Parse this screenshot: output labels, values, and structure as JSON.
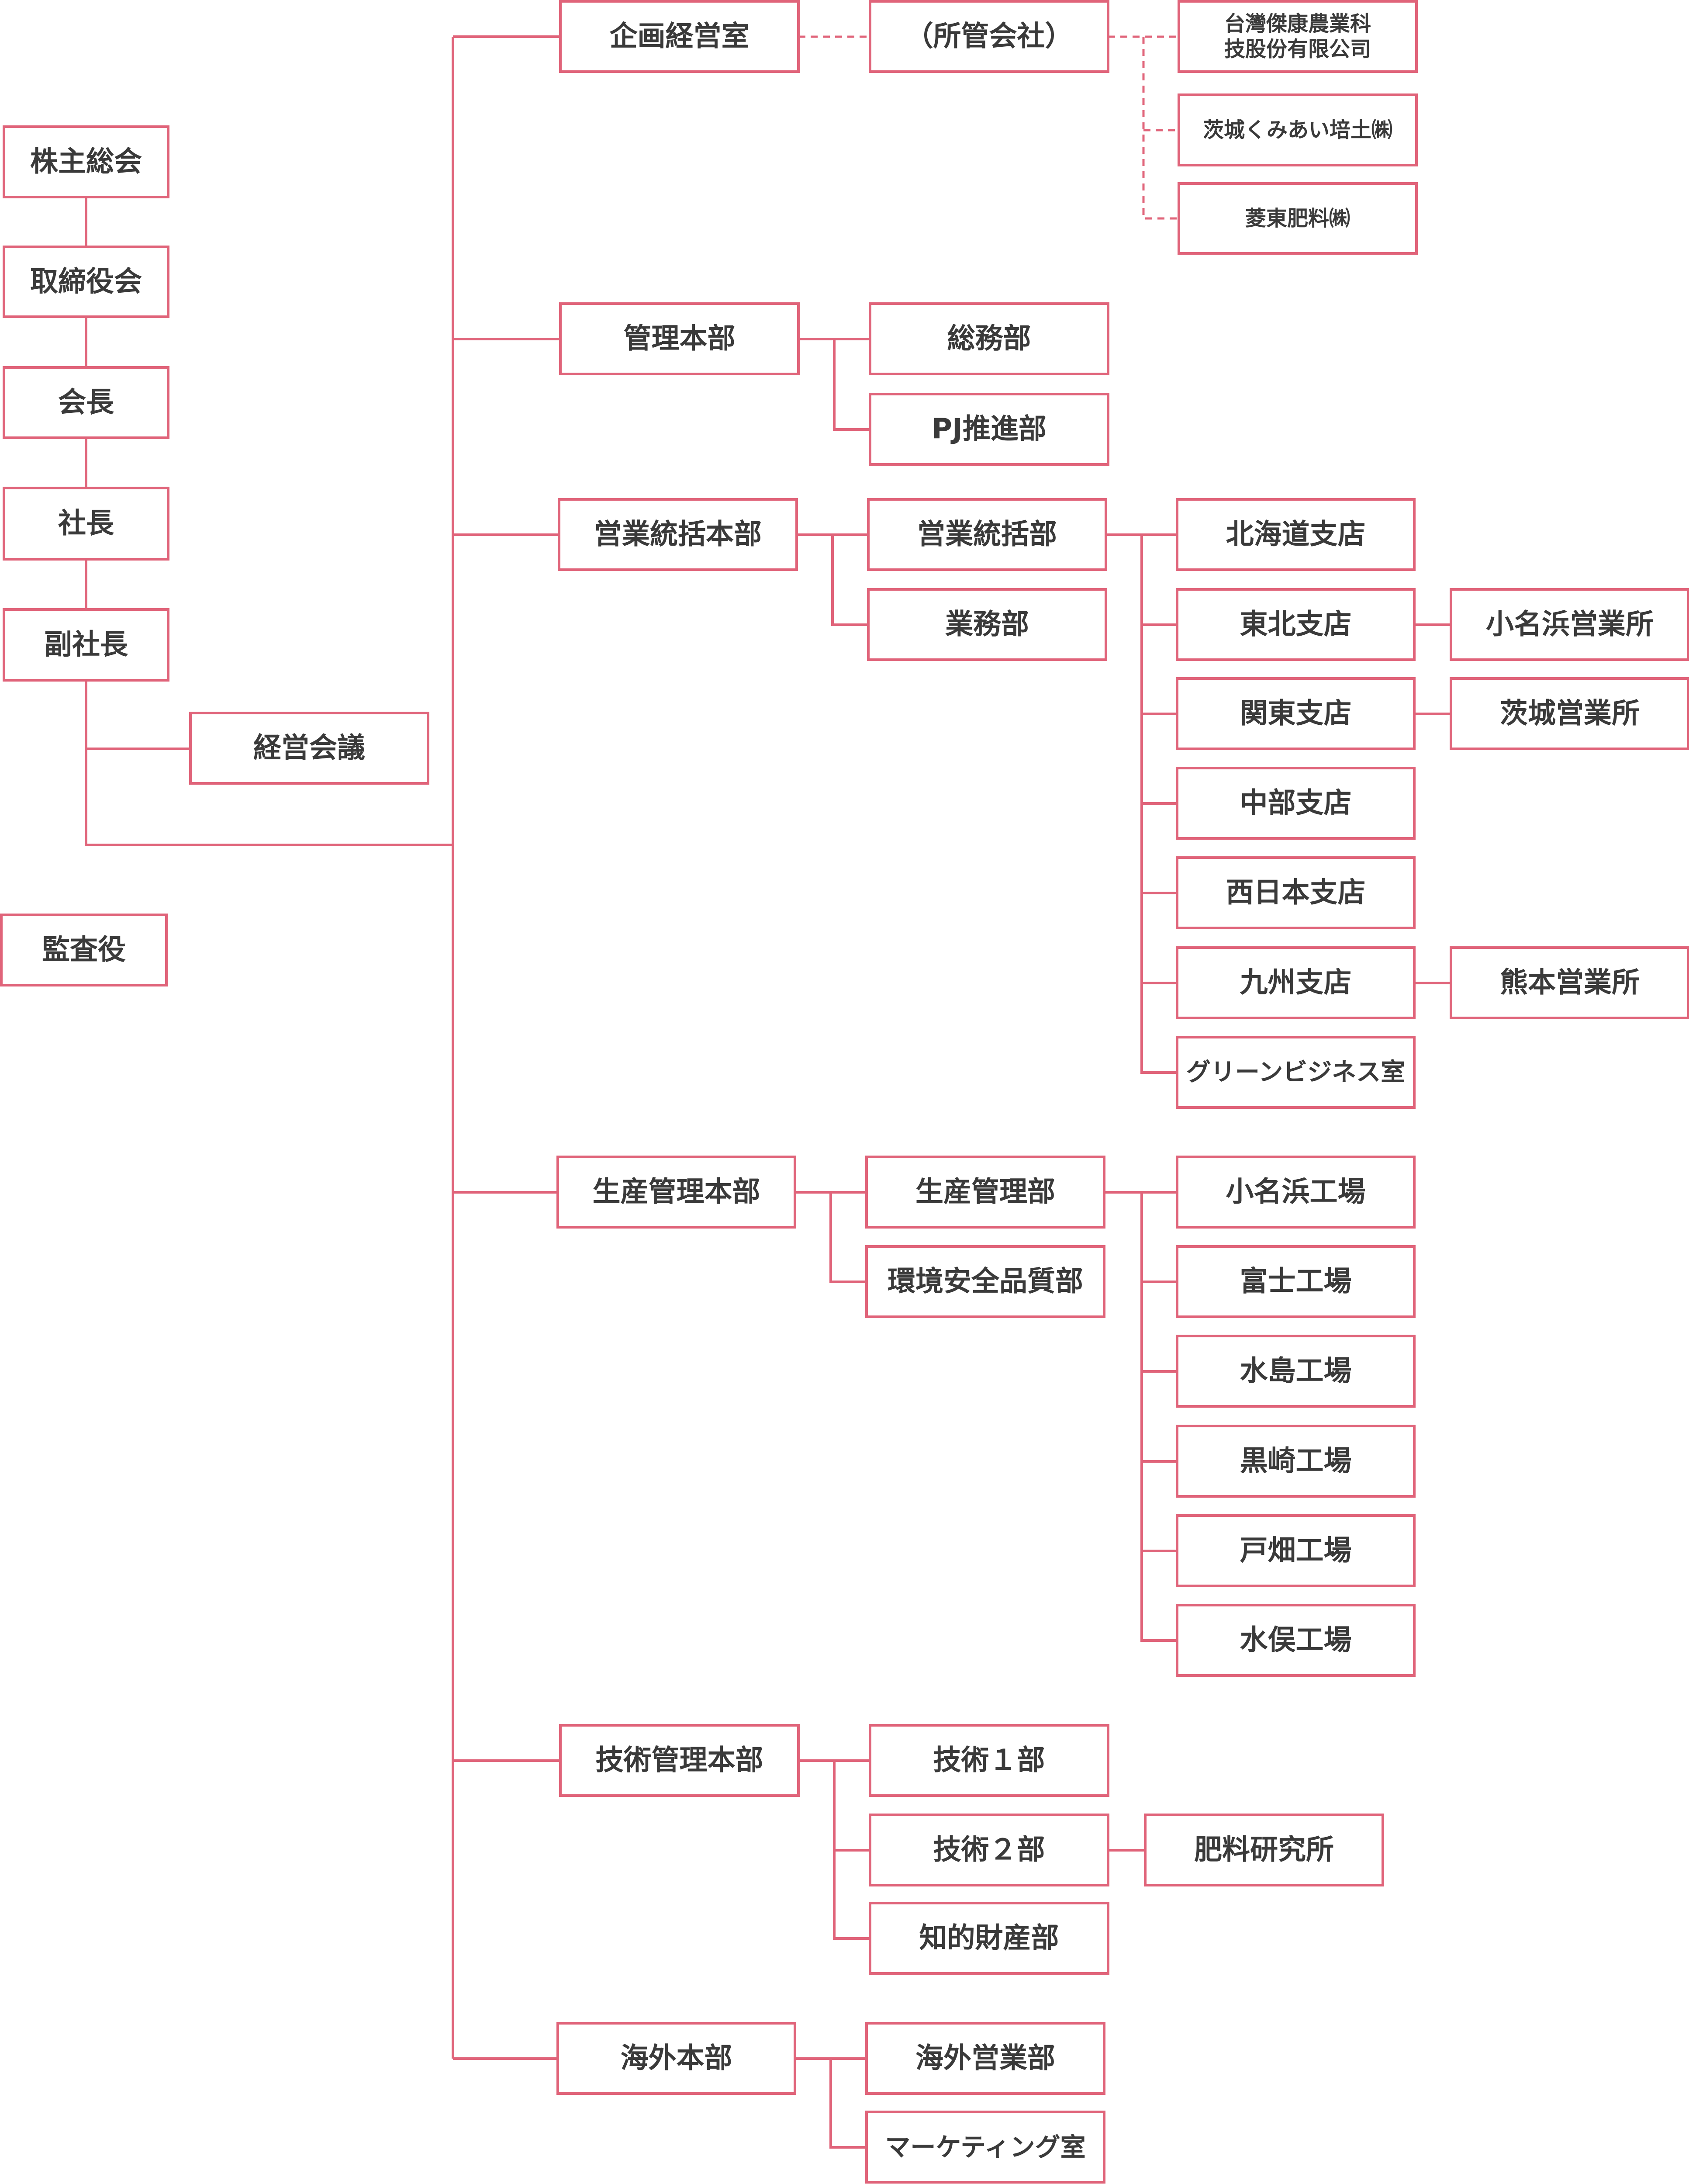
{
  "colors": {
    "accent": "#e0647a",
    "text": "#3a3a3a",
    "background": "#ffffff"
  },
  "governance": {
    "shareholders": "株主総会",
    "board": "取締役会",
    "chairman": "会長",
    "president": "社長",
    "vice_president": "副社長",
    "management_meeting": "経営会議",
    "auditor": "監査役"
  },
  "planning": {
    "label": "企画経営室",
    "affiliates_label": "（所管会社）",
    "affiliates": [
      "台灣傑康農業科技股份有限公司",
      "茨城くみあい培土㈱",
      "菱東肥料㈱"
    ]
  },
  "admin": {
    "label": "管理本部",
    "departments": [
      "総務部",
      "PJ推進部"
    ]
  },
  "sales": {
    "label": "営業統括本部",
    "departments": [
      "営業統括部",
      "業務部"
    ],
    "branches": [
      "北海道支店",
      "東北支店",
      "関東支店",
      "中部支店",
      "西日本支店",
      "九州支店",
      "グリーンビジネス室"
    ],
    "offices": [
      "小名浜営業所",
      "茨城営業所",
      "熊本営業所"
    ]
  },
  "production": {
    "label": "生産管理本部",
    "departments": [
      "生産管理部",
      "環境安全品質部"
    ],
    "plants": [
      "小名浜工場",
      "富士工場",
      "水島工場",
      "黒崎工場",
      "戸畑工場",
      "水俣工場"
    ]
  },
  "technical": {
    "label": "技術管理本部",
    "departments": [
      "技術１部",
      "技術２部",
      "知的財産部"
    ],
    "lab": "肥料研究所"
  },
  "overseas": {
    "label": "海外本部",
    "departments": [
      "海外営業部",
      "マーケティング室"
    ]
  }
}
